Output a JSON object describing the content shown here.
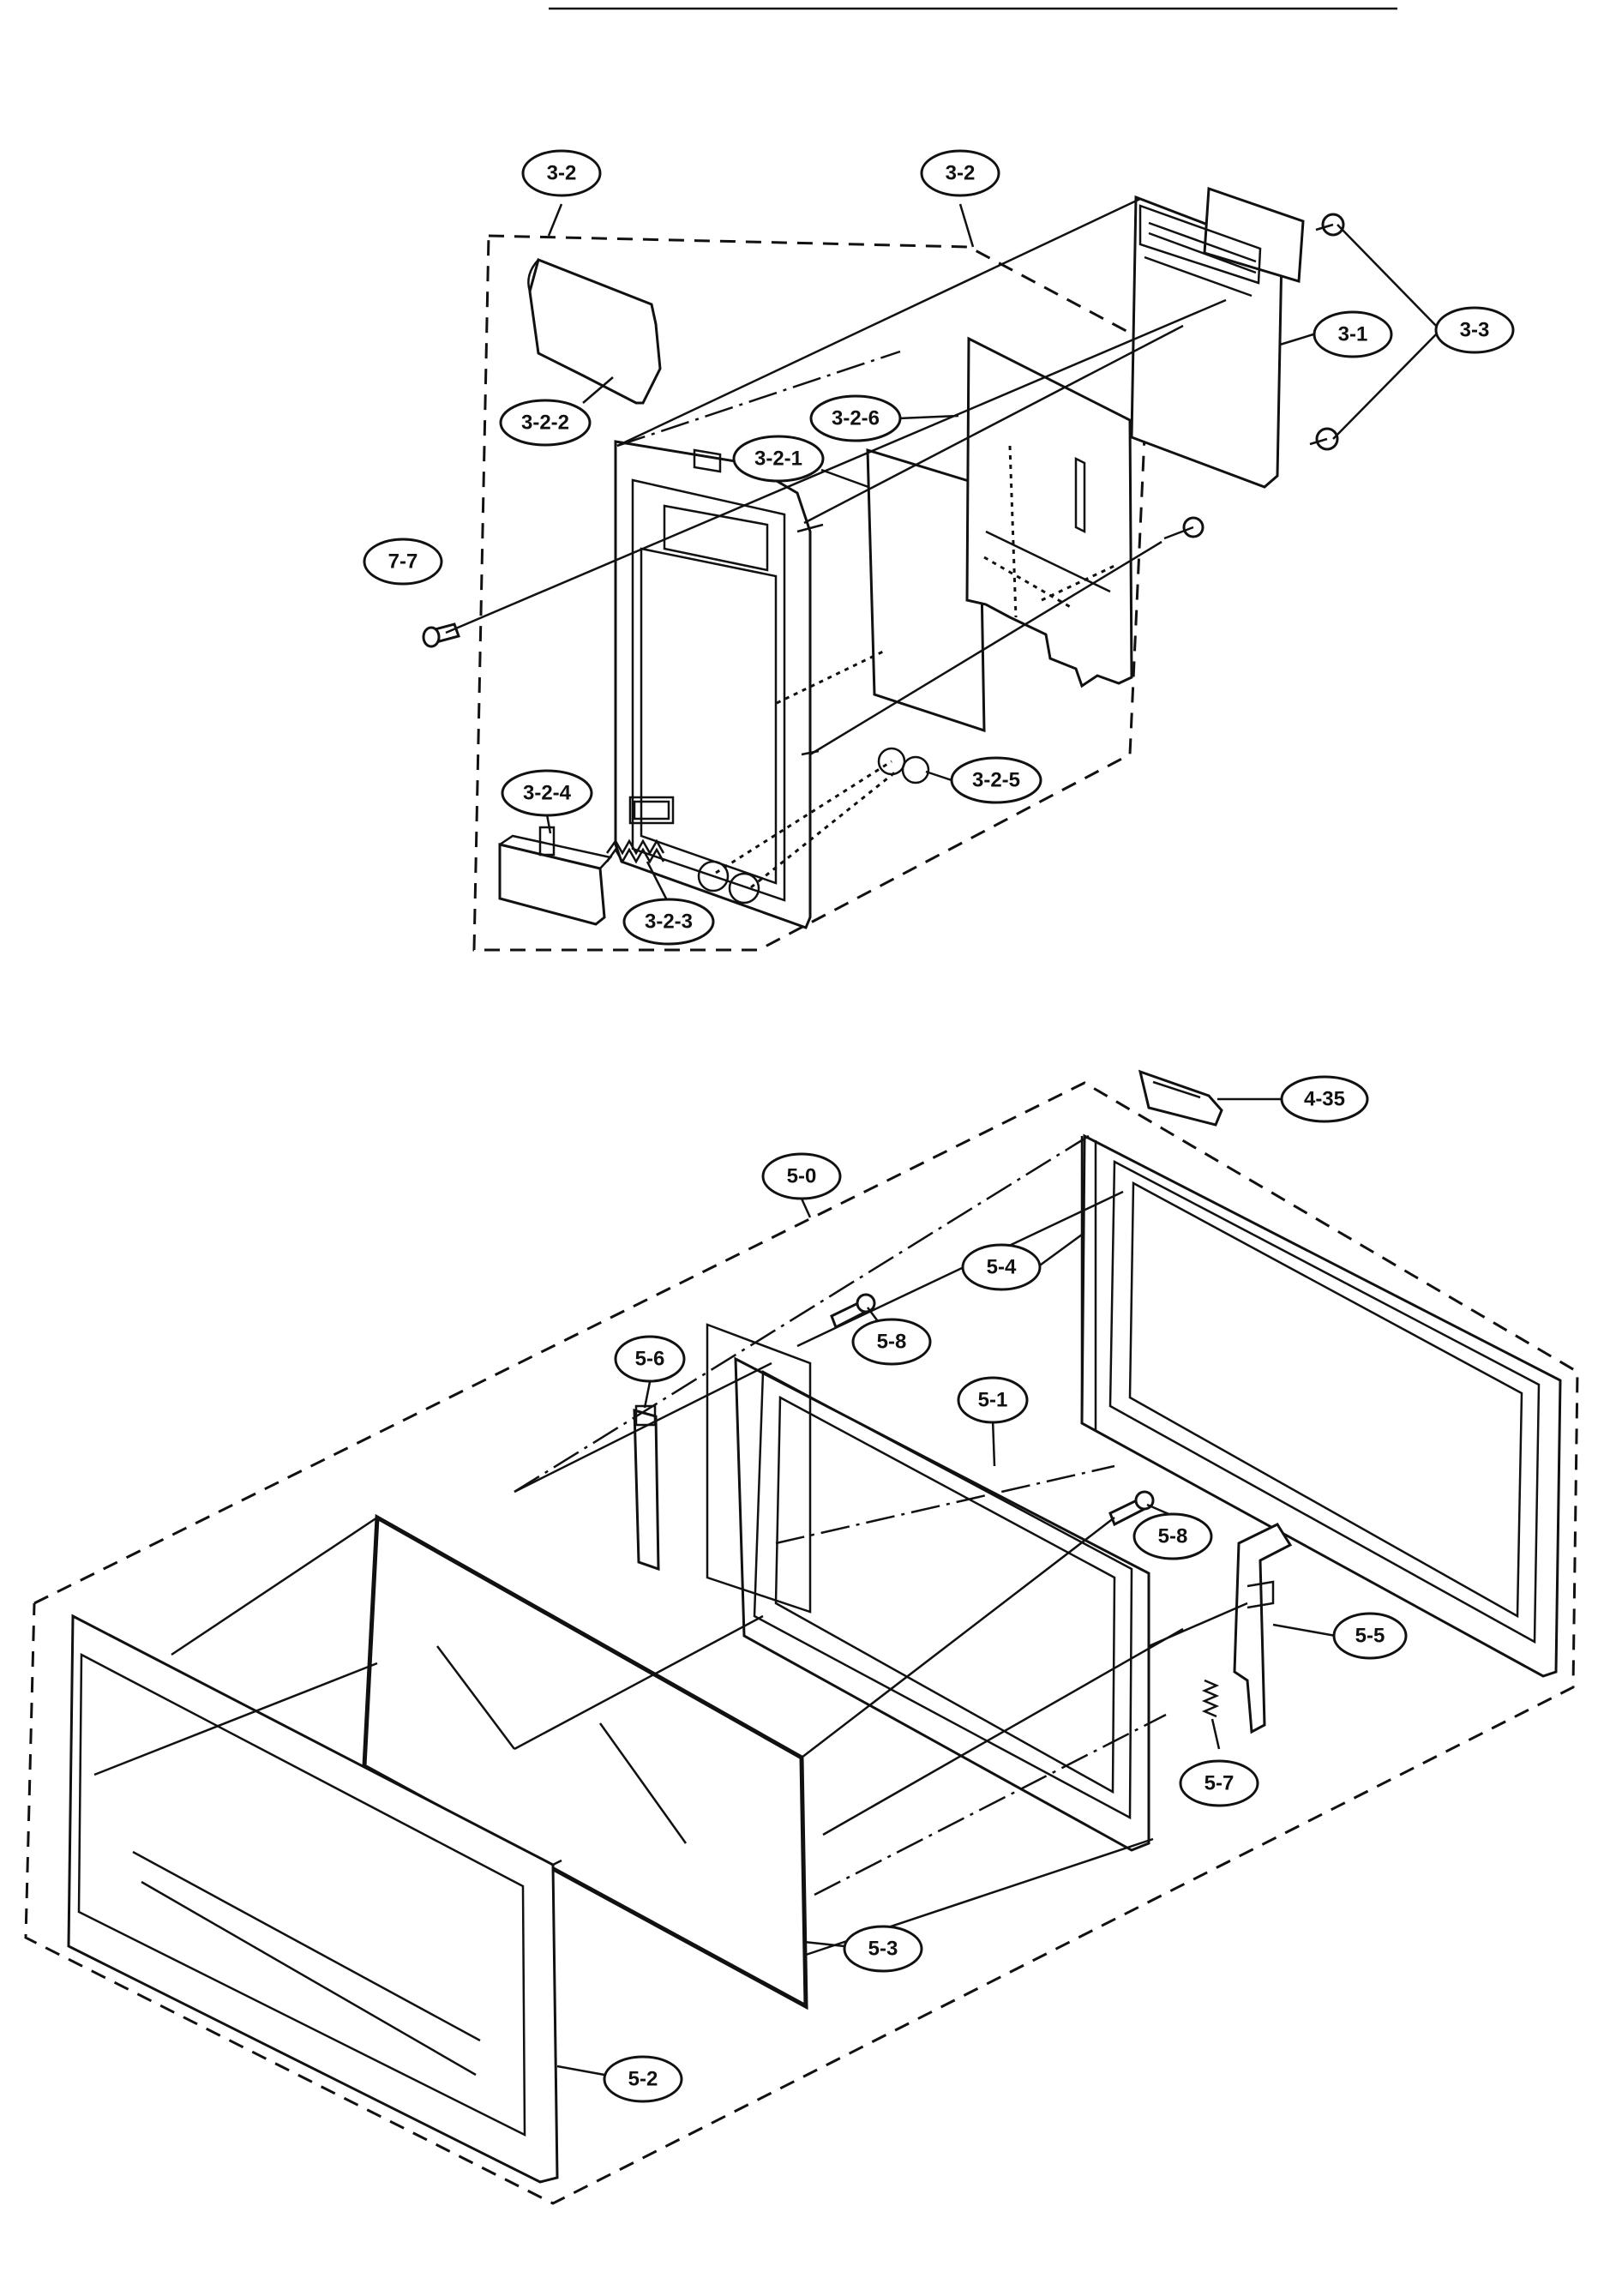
{
  "callouts": {
    "c_3_2_left": "3-2",
    "c_3_2_right": "3-2",
    "c_3_3": "3-3",
    "c_3_1": "3-1",
    "c_3_2_2": "3-2-2",
    "c_3_2_6": "3-2-6",
    "c_3_2_1": "3-2-1",
    "c_7_7": "7-7",
    "c_3_2_5": "3-2-5",
    "c_3_2_4": "3-2-4",
    "c_3_2_3": "3-2-3",
    "c_4_35": "4-35",
    "c_5_0": "5-0",
    "c_5_4": "5-4",
    "c_5_8_top": "5-8",
    "c_5_6": "5-6",
    "c_5_1": "5-1",
    "c_5_8_bottom": "5-8",
    "c_5_5": "5-5",
    "c_5_7": "5-7",
    "c_5_3": "5-3",
    "c_5_2": "5-2"
  }
}
